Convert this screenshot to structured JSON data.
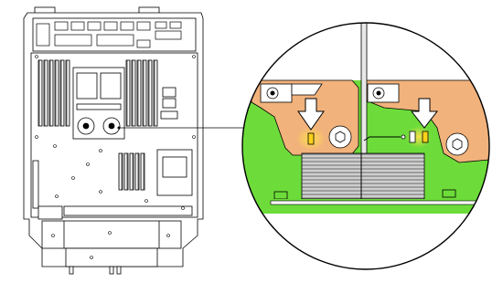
{
  "figure": {
    "subject": "server-motherboard-overview",
    "callout": "processor-heatsink-alignment-detail",
    "colors": {
      "line": "#000000",
      "board_fill": "#ffffff",
      "pcb_green": "#6ddc3a",
      "clip_orange": "#f2b27c",
      "heatsink_gray": "#cfcfcf",
      "arrow_fill": "#ffffff",
      "marker_yellow": "#ffd21a",
      "glow_yellow": "#ffe14a"
    },
    "arrows": [
      {
        "name": "left-alignment-arrow",
        "direction": "down"
      },
      {
        "name": "right-alignment-arrow",
        "direction": "down"
      }
    ],
    "markers": [
      "left-alignment-marker",
      "right-alignment-marker"
    ]
  }
}
